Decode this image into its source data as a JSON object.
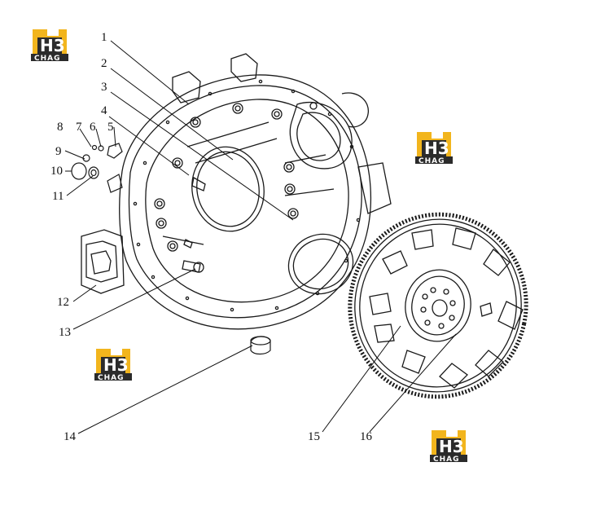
{
  "logo": {
    "main": "H3",
    "word": "CHAG",
    "color_gold": "#f2b51d",
    "color_dark": "#2b2b2b"
  },
  "callouts": [
    "1",
    "2",
    "3",
    "4",
    "5",
    "6",
    "7",
    "8",
    "9",
    "10",
    "11",
    "12",
    "13",
    "14",
    "15",
    "16"
  ],
  "colors": {
    "ink": "#1a1a1a",
    "background": "#ffffff"
  }
}
